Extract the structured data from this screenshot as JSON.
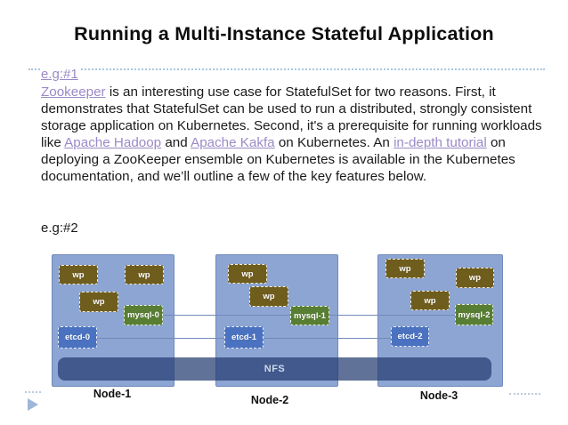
{
  "slide": {
    "title": "Running a Multi-Instance Stateful Application",
    "eg1": "e.g:#1",
    "eg2": "e.g:#2",
    "paragraph": {
      "seg1": "Zookeeper",
      "seg2": " is an interesting use case for StatefulSet for two reasons. First, it demonstrates that StatefulSet can be used to run a distributed, strongly consistent storage application on Kubernetes. Second, it's a prerequisite for running workloads like ",
      "seg3": "Apache Hadoop",
      "seg4": " and ",
      "seg5": "Apache Kakfa",
      "seg6": " on Kubernetes. An ",
      "seg7": "in-depth tutorial",
      "seg8": " on deploying a ZooKeeper ensemble on Kubernetes is available in the Kubernetes documentation, and we’ll outline a few of the key features below."
    }
  },
  "diagram": {
    "nfs_label": "NFS",
    "nodes": [
      {
        "label": "Node-1",
        "pods": [
          {
            "label": "wp"
          },
          {
            "label": "wp"
          },
          {
            "label": "wp"
          },
          {
            "label": "mysql-0"
          },
          {
            "label": "etcd-0"
          }
        ]
      },
      {
        "label": "Node-2",
        "pods": [
          {
            "label": "wp"
          },
          {
            "label": "wp"
          },
          {
            "label": "mysql-1"
          },
          {
            "label": "etcd-1"
          }
        ]
      },
      {
        "label": "Node-3",
        "pods": [
          {
            "label": "wp"
          },
          {
            "label": "wp"
          },
          {
            "label": "wp"
          },
          {
            "label": "mysql-2"
          },
          {
            "label": "etcd-2"
          }
        ]
      }
    ]
  },
  "colors": {
    "node_fill": "#8ca5d3",
    "node_border": "#7089bb",
    "wp_fill": "#6f5d1e",
    "mysql_fill": "#587e33",
    "etcd_fill": "#4a72c0",
    "nfs_fill_over_node": "#41598b",
    "nfs_fill_over_gap": "#617298",
    "connector_line": "#7289b8",
    "link_color": "#9b8ac6",
    "dotted_guide": "#a9c6e2",
    "title_color": "#0d0d0d"
  }
}
